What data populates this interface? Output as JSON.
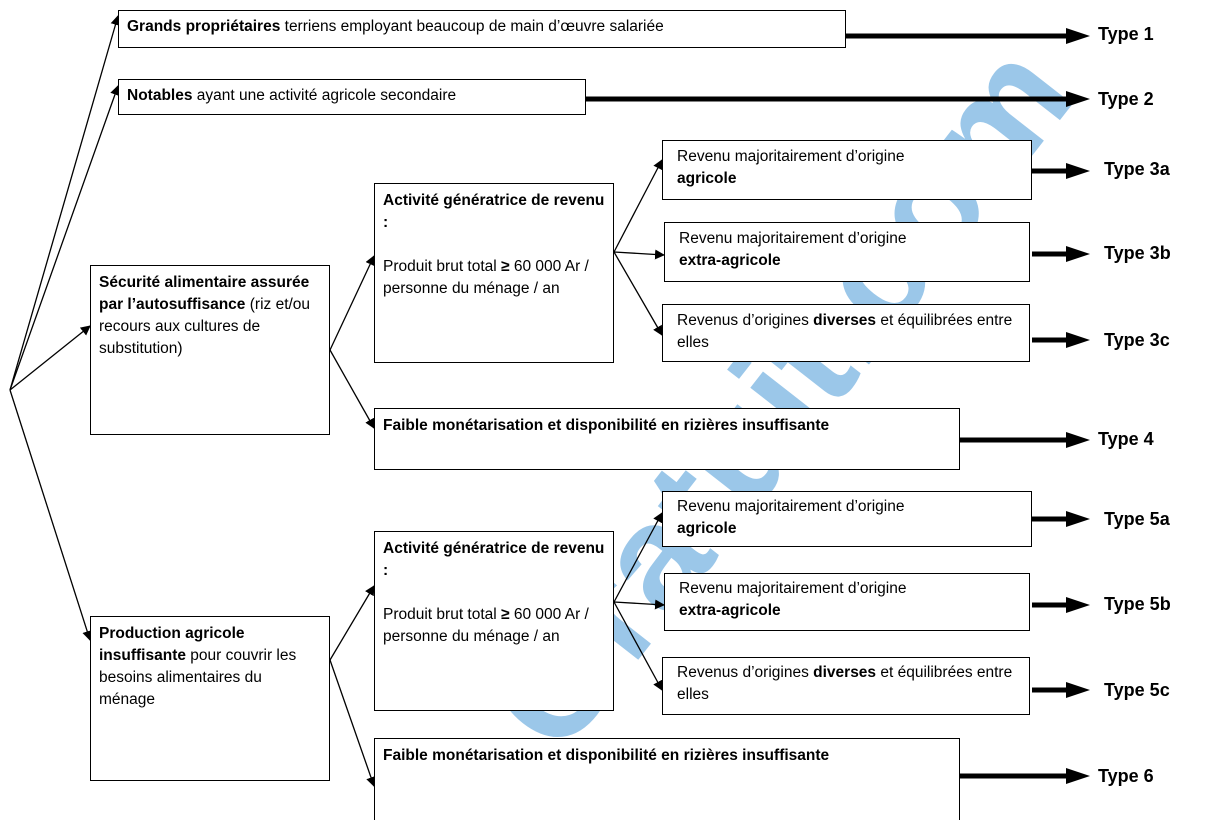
{
  "boxes": {
    "b1": {
      "bold": "Grands propriétaires",
      "text": " terriens employant beaucoup de main d’œuvre salariée"
    },
    "b2": {
      "bold": "Notables",
      "text": " ayant une activité agricole secondaire"
    },
    "s1": {
      "bold": "Sécurité alimentaire assurée par l’autosuffisance",
      "text": " (riz et/ou recours aux cultures de substitution)"
    },
    "s2": {
      "bold": "Production agricole insuffisante",
      "text": " pour couvrir les besoins alimentaires du ménage"
    },
    "act1": {
      "title": "Activité génératrice de revenu :",
      "body_a": "Produit brut total ",
      "body_b": "≥",
      "body_c": " 60 000 Ar / personne du ménage / an"
    },
    "act2": {
      "title": "Activité génératrice de revenu :",
      "body_a": "Produit brut total ",
      "body_b": "≥",
      "body_c": " 60 000 Ar / personne du ménage / an"
    },
    "r3a": {
      "text": "Revenu majoritairement d’origine ",
      "bold": "agricole"
    },
    "r3b": {
      "text": "Revenu majoritairement d’origine ",
      "bold": "extra-agricole"
    },
    "r3c": {
      "text1": "Revenus d’origines ",
      "bold": "diverses",
      "text2": " et équilibrées entre elles"
    },
    "f4": {
      "bold": "Faible monétarisation et disponibilité en rizières insuffisante"
    },
    "r5a": {
      "text": "Revenu majoritairement d’origine ",
      "bold": "agricole"
    },
    "r5b": {
      "text": "Revenu majoritairement d’origine ",
      "bold": "extra-agricole"
    },
    "r5c": {
      "text1": "Revenus d’origines ",
      "bold": "diverses",
      "text2": " et équilibrées entre elles"
    },
    "f6": {
      "bold": "Faible monétarisation et disponibilité en rizières insuffisante"
    }
  },
  "types": {
    "t1": "Type 1",
    "t2": "Type 2",
    "t3a": "Type 3a",
    "t3b": "Type 3b",
    "t3c": "Type 3c",
    "t4": "Type 4",
    "t5a": "Type 5a",
    "t5b": "Type 5b",
    "t5c": "Type 5c",
    "t6": "Type 6"
  },
  "watermark": {
    "text": "Gratuit.com",
    "color": "#2f86c8",
    "accent": "#f5a300"
  }
}
